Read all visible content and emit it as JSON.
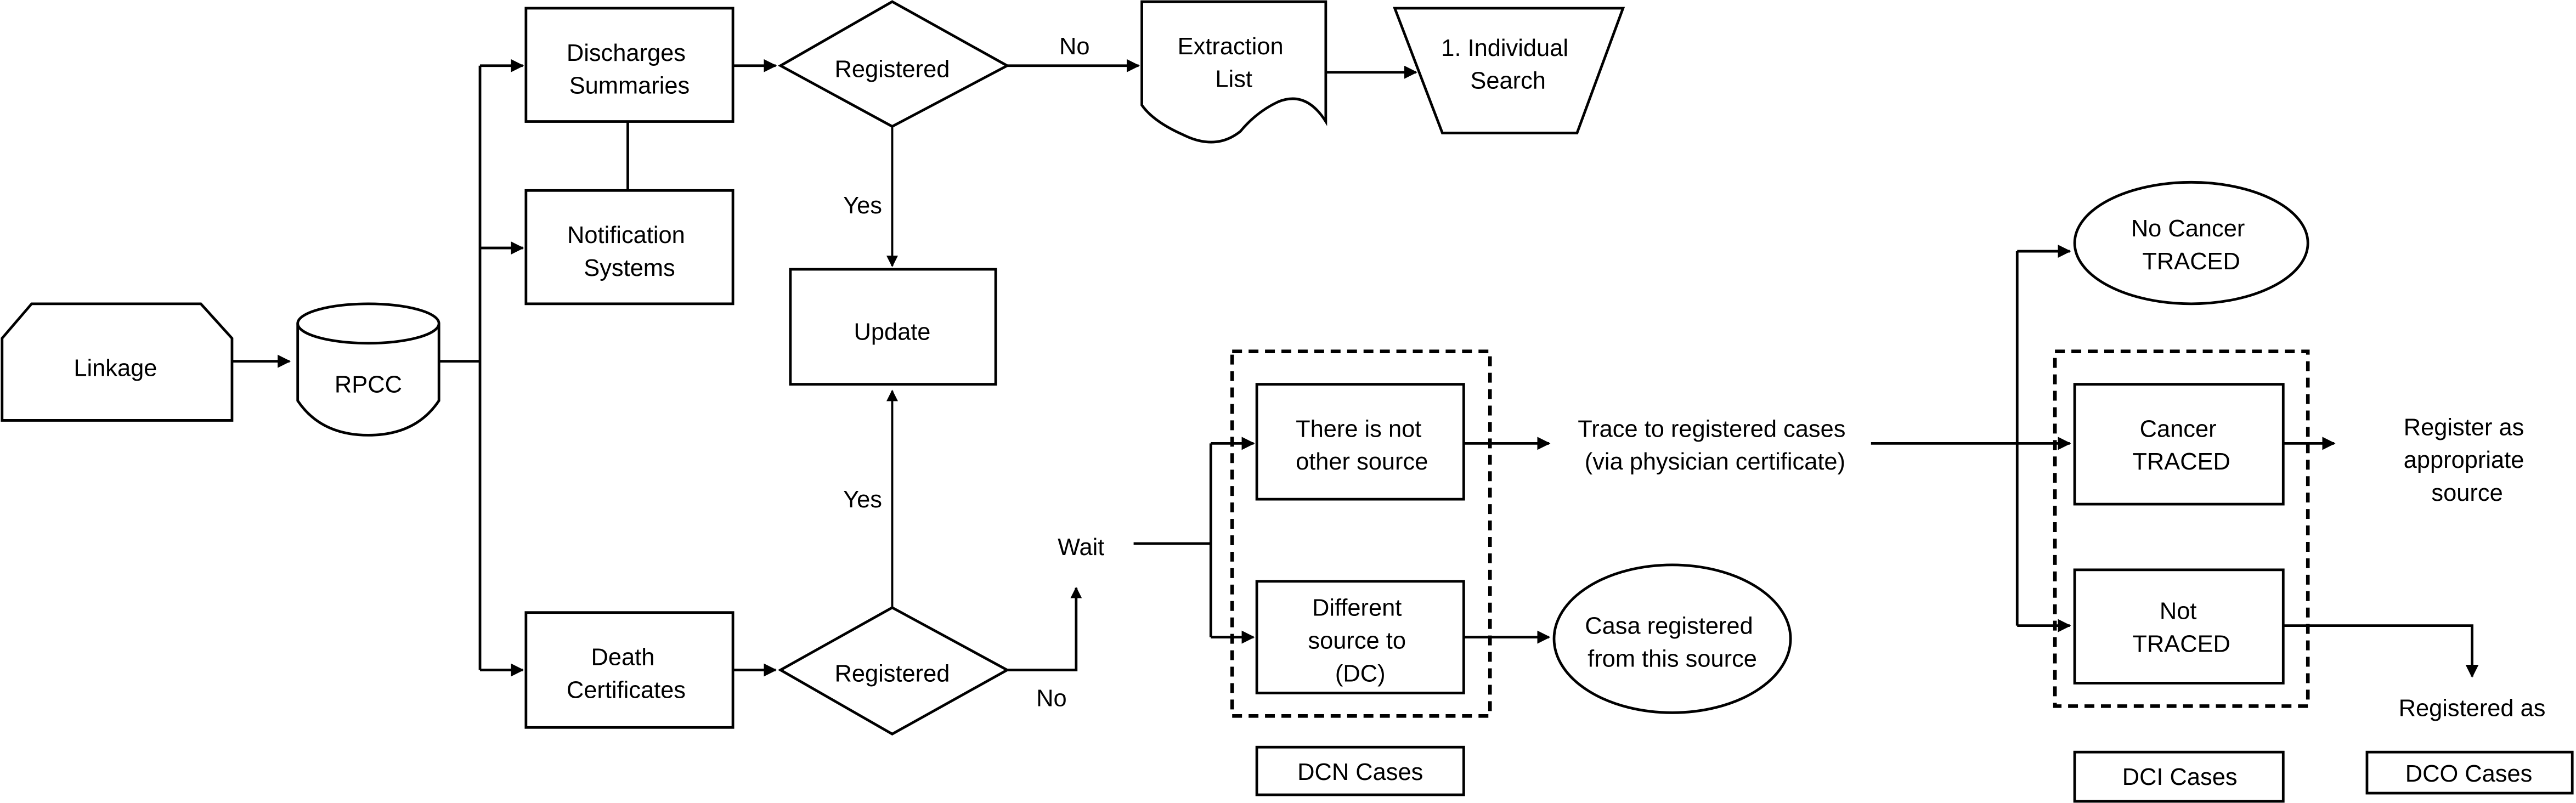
{
  "diagram": {
    "nodes": {
      "linkage": {
        "lines": [
          "Linkage"
        ]
      },
      "rpcc": {
        "lines": [
          "RPCC"
        ]
      },
      "discharges": {
        "lines": [
          "Discharges",
          "Summaries"
        ]
      },
      "notification": {
        "lines": [
          "Notification",
          "Systems"
        ]
      },
      "death_certificates": {
        "lines": [
          "Death",
          "Certificates"
        ]
      },
      "registered_top": {
        "lines": [
          "Registered"
        ]
      },
      "registered_bottom": {
        "lines": [
          "Registered"
        ]
      },
      "extraction_list": {
        "lines": [
          "Extraction",
          "List"
        ]
      },
      "individual_search": {
        "lines": [
          "1. Individual",
          "Search"
        ]
      },
      "update": {
        "lines": [
          "Update"
        ]
      },
      "wait": {
        "lines": [
          "Wait"
        ]
      },
      "no_other_source": {
        "lines": [
          "There is not",
          "other source"
        ]
      },
      "different_source": {
        "lines": [
          "Different",
          "source to",
          "(DC)"
        ]
      },
      "trace_registered": {
        "lines": [
          "Trace to registered cases",
          "(via physician certificate)"
        ]
      },
      "casa_registered": {
        "lines": [
          "Casa registered",
          "from this source"
        ]
      },
      "no_cancer_traced": {
        "lines": [
          "No Cancer",
          "TRACED"
        ]
      },
      "cancer_traced": {
        "lines": [
          "Cancer",
          "TRACED"
        ]
      },
      "not_traced": {
        "lines": [
          "Not",
          "TRACED"
        ]
      },
      "register_appropriate": {
        "lines": [
          "Register as",
          "appropriate",
          "source"
        ]
      },
      "registered_as": {
        "lines": [
          "Registered as"
        ]
      },
      "dcn_cases": {
        "lines": [
          "DCN Cases"
        ]
      },
      "dci_cases": {
        "lines": [
          "DCI Cases"
        ]
      },
      "dco_cases": {
        "lines": [
          "DCO Cases"
        ]
      }
    },
    "edge_labels": {
      "top_no": "No",
      "top_yes": "Yes",
      "bottom_yes": "Yes",
      "bottom_no": "No"
    }
  }
}
